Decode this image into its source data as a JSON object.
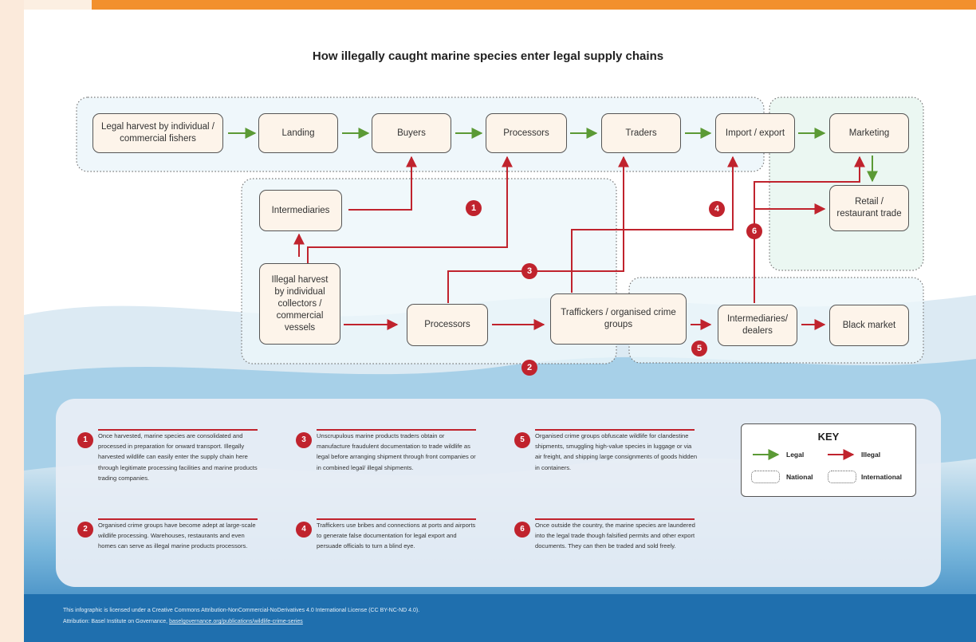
{
  "title": "How illegally caught marine species enter legal supply chains",
  "colors": {
    "legal": "#5b9a35",
    "illegal": "#c0232d",
    "accent": "#f2902d"
  },
  "nodes": {
    "legal_harvest": "Legal harvest by individual / commercial fishers",
    "landing": "Landing",
    "buyers": "Buyers",
    "processors_legal": "Processors",
    "traders": "Traders",
    "import_export": "Import / export",
    "marketing": "Marketing",
    "retail": "Retail / restaurant trade",
    "intermediaries": "Intermediaries",
    "illegal_harvest": "Illegal harvest by individual collectors / commercial vessels",
    "processors_illegal": "Processors",
    "traffickers": "Traffickers / organised crime groups",
    "intermediaries_dealers": "Intermediaries/ dealers",
    "black_market": "Black market"
  },
  "badges": [
    "1",
    "2",
    "3",
    "4",
    "5",
    "6"
  ],
  "notes": [
    {
      "num": "1",
      "text": "Once harvested, marine species are consolidated and processed in preparation for onward transport. Illegally harvested wildlife can easily enter the supply chain here through legitimate processing facilities and marine products trading companies."
    },
    {
      "num": "2",
      "text": "Organised crime groups have become adept at large-scale wildlife processing. Warehouses, restaurants and even homes can serve as illegal marine products processors."
    },
    {
      "num": "3",
      "text": "Unscrupulous marine products traders obtain or manufacture fraudulent documentation to trade wildlife as legal before arranging shipment through front companies or in combined legal/ illegal shipments."
    },
    {
      "num": "4",
      "text": "Traffickers use bribes and connections at ports and airports to generate false documentation for legal export and persuade officials to turn a blind eye."
    },
    {
      "num": "5",
      "text": "Organised crime groups obfuscate wildlife for clandestine shipments, smuggling high-value species in luggage or via air freight, and shipping large consignments of goods hidden in containers."
    },
    {
      "num": "6",
      "text": "Once outside the country, the marine species are laundered into the legal trade though falsified permits and other export documents. They can then be traded and sold freely."
    }
  ],
  "key": {
    "title": "KEY",
    "legal": "Legal",
    "illegal": "Illegal",
    "national": "National",
    "international": "International"
  },
  "footer": {
    "line1": "This infographic is licensed under a Creative Commons Attribution-NonCommercial-NoDerivatives 4.0 International License (CC BY-NC-ND 4.0).",
    "line2_prefix": "Attribution: Basel Institute on Governance, ",
    "link": "baselgovernance.org/publications/wildlife-crime-series"
  }
}
